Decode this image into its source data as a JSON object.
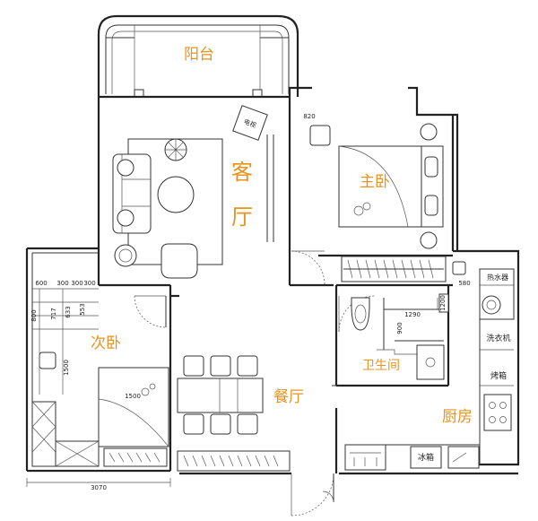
{
  "rooms": {
    "balcony": "阳台",
    "living_1": "客",
    "living_2": "厅",
    "master_bedroom": "主卧",
    "second_bedroom": "次卧",
    "bathroom": "卫生间",
    "dining": "餐厅",
    "kitchen": "厨房"
  },
  "appliances": {
    "water_heater": "热水器",
    "washing_machine": "洗衣机",
    "oven": "烤箱",
    "fridge": "冰箱",
    "tv": "电视"
  },
  "dimensions": {
    "d820": "820",
    "d600": "600",
    "d300a": "300",
    "d300b": "300",
    "d300c": "300",
    "d800": "800",
    "d717": "717",
    "d633": "633",
    "d553": "553",
    "d1500v": "1500",
    "d1500": "1500",
    "d1290": "1290",
    "d900": "900",
    "d1200": "1200",
    "d580": "580",
    "d3070": "3070"
  },
  "colors": {
    "label": "#e6931f",
    "line": "#222222"
  }
}
